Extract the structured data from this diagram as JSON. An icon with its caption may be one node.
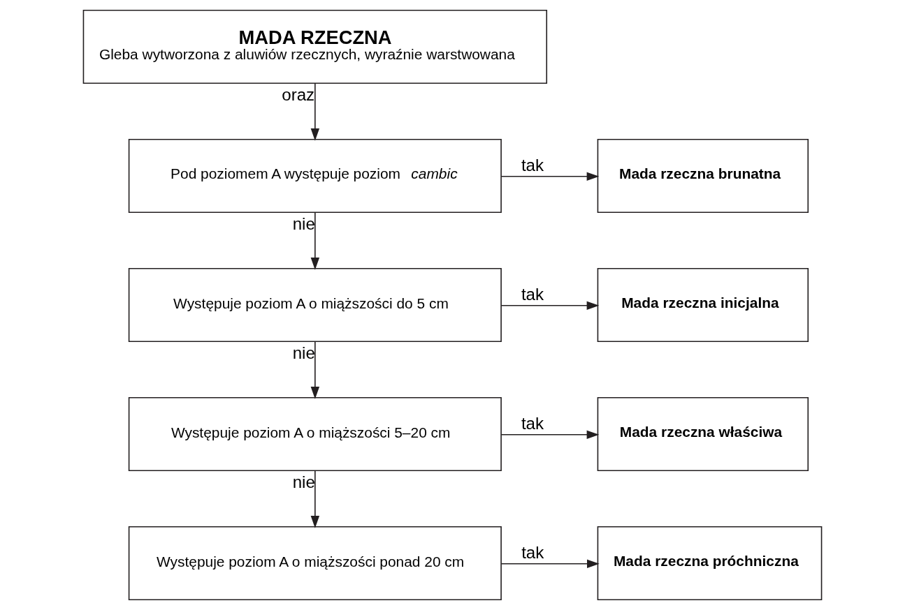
{
  "diagram": {
    "nodes": [
      {
        "text": [
          "MADA RZECZNA",
          "Gleba wytworzona z aluwiów rzecznych, wyraźnie warstwowana"
        ]
      },
      {
        "text": [
          "Pod poziomem A występuje poziom *cambic*"
        ]
      },
      {
        "text": [
          "Mada rzeczna brunatna"
        ]
      },
      {
        "text": [
          "Występuje poziom A o miąższości do 5 cm"
        ]
      },
      {
        "text": [
          "Mada rzeczna inicjalna"
        ]
      },
      {
        "text": [
          "Występuje poziom A o miąższości 5–20 cm"
        ]
      },
      {
        "text": [
          "Mada rzeczna właściwa"
        ]
      },
      {
        "text": [
          "Występuje poziom A o miąższości ponad 20 cm"
        ]
      },
      {
        "text": [
          "Mada rzeczna próchniczna"
        ]
      }
    ],
    "edges": [
      {
        "from": 0,
        "to": 1,
        "arrow": "to",
        "label": "oraz"
      },
      {
        "from": 1,
        "to": 2,
        "arrow": "to",
        "label": "tak"
      },
      {
        "from": 1,
        "to": 3,
        "arrow": "to",
        "label": "nie"
      },
      {
        "from": 3,
        "to": 4,
        "arrow": "to",
        "label": "tak"
      },
      {
        "from": 3,
        "to": 5,
        "arrow": "to",
        "label": "nie"
      },
      {
        "from": 5,
        "to": 6,
        "arrow": "to",
        "label": "tak"
      },
      {
        "from": 5,
        "to": 7,
        "arrow": "to",
        "label": "nie"
      },
      {
        "from": 7,
        "to": 8,
        "arrow": "to",
        "label": "tak"
      }
    ]
  }
}
